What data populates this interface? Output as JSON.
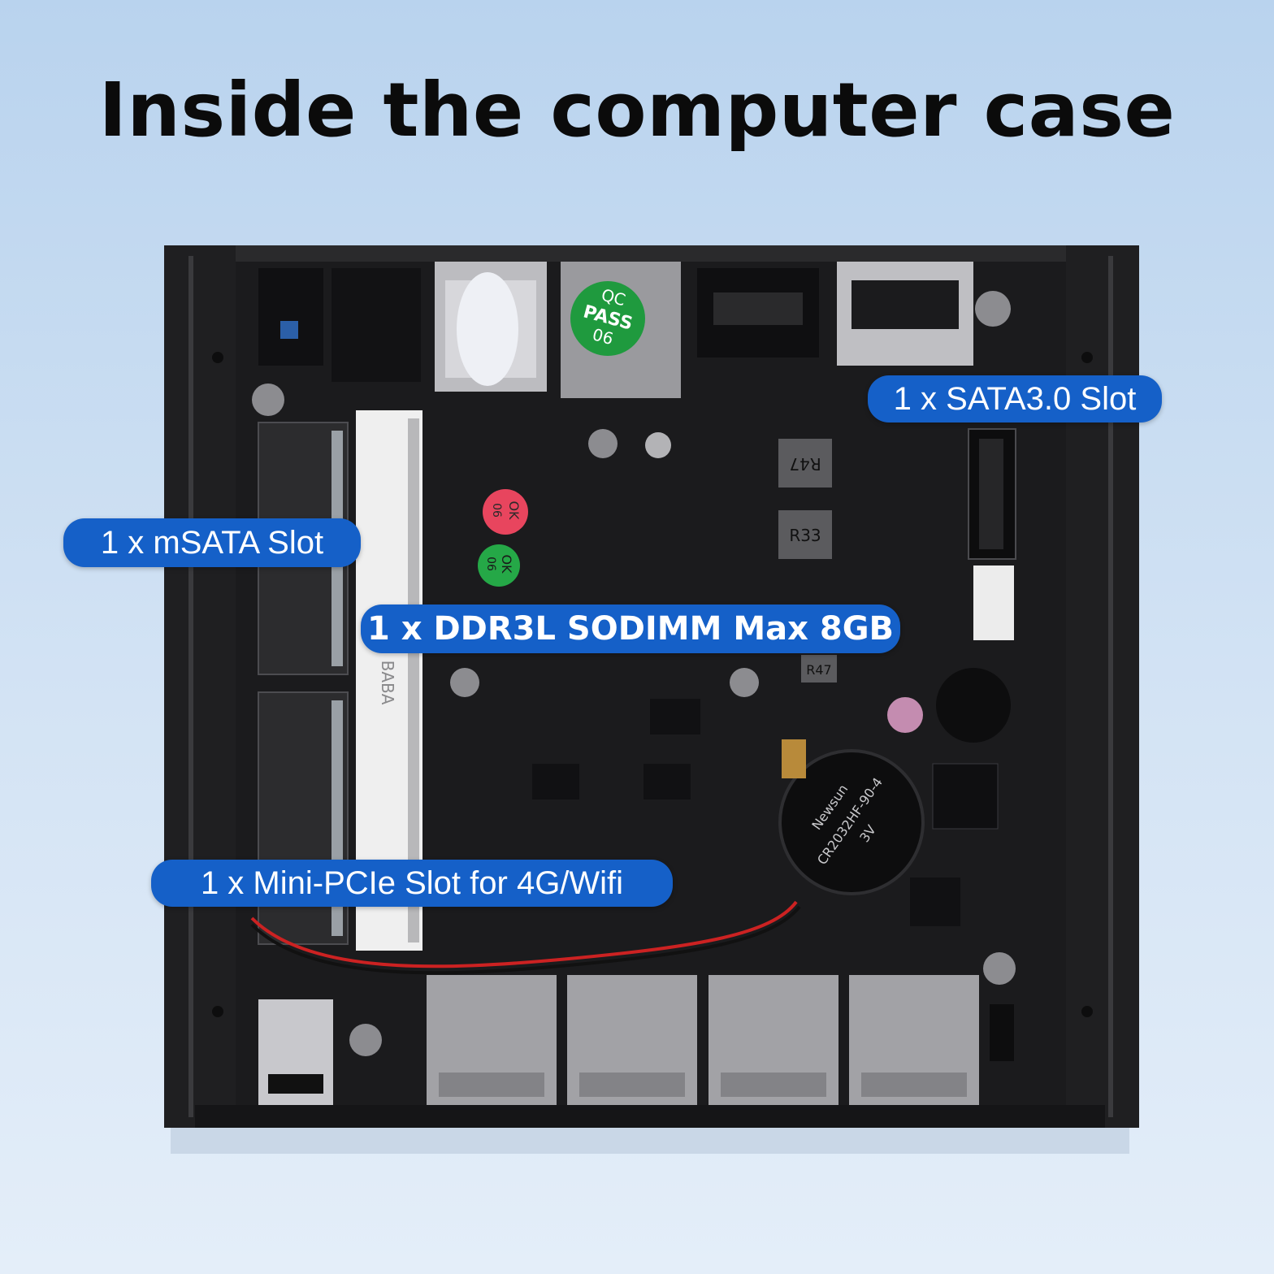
{
  "title": "Inside the computer case",
  "labels": {
    "sata": "1 x SATA3.0 Slot",
    "msata": "1 x mSATA Slot",
    "ddr": "1 x DDR3L SODIMM Max 8GB",
    "pcie": "1 x Mini-PCIe Slot for 4G/Wifi"
  },
  "stickers": {
    "qc_top": "QC",
    "qc_mid": "PASS",
    "qc_num": "06",
    "ok_red_text": "OK",
    "ok_red_num": "06",
    "ok_green_text": "OK",
    "ok_green_num": "06"
  },
  "board_text": {
    "battery_brand": "Newsun",
    "battery_model": "CR2032HF-90-4",
    "battery_volt": "3V",
    "inductor_1": "R47",
    "inductor_2": "R33",
    "inductor_3": "R47",
    "ram_marking": "BABA"
  },
  "colors": {
    "label_bg": "#1560c8",
    "board": "#1b1b1d",
    "case": "#2a2a2c",
    "qc_green": "#1f9a3e",
    "ok_red": "#e8455e",
    "ok_green": "#25a847"
  }
}
